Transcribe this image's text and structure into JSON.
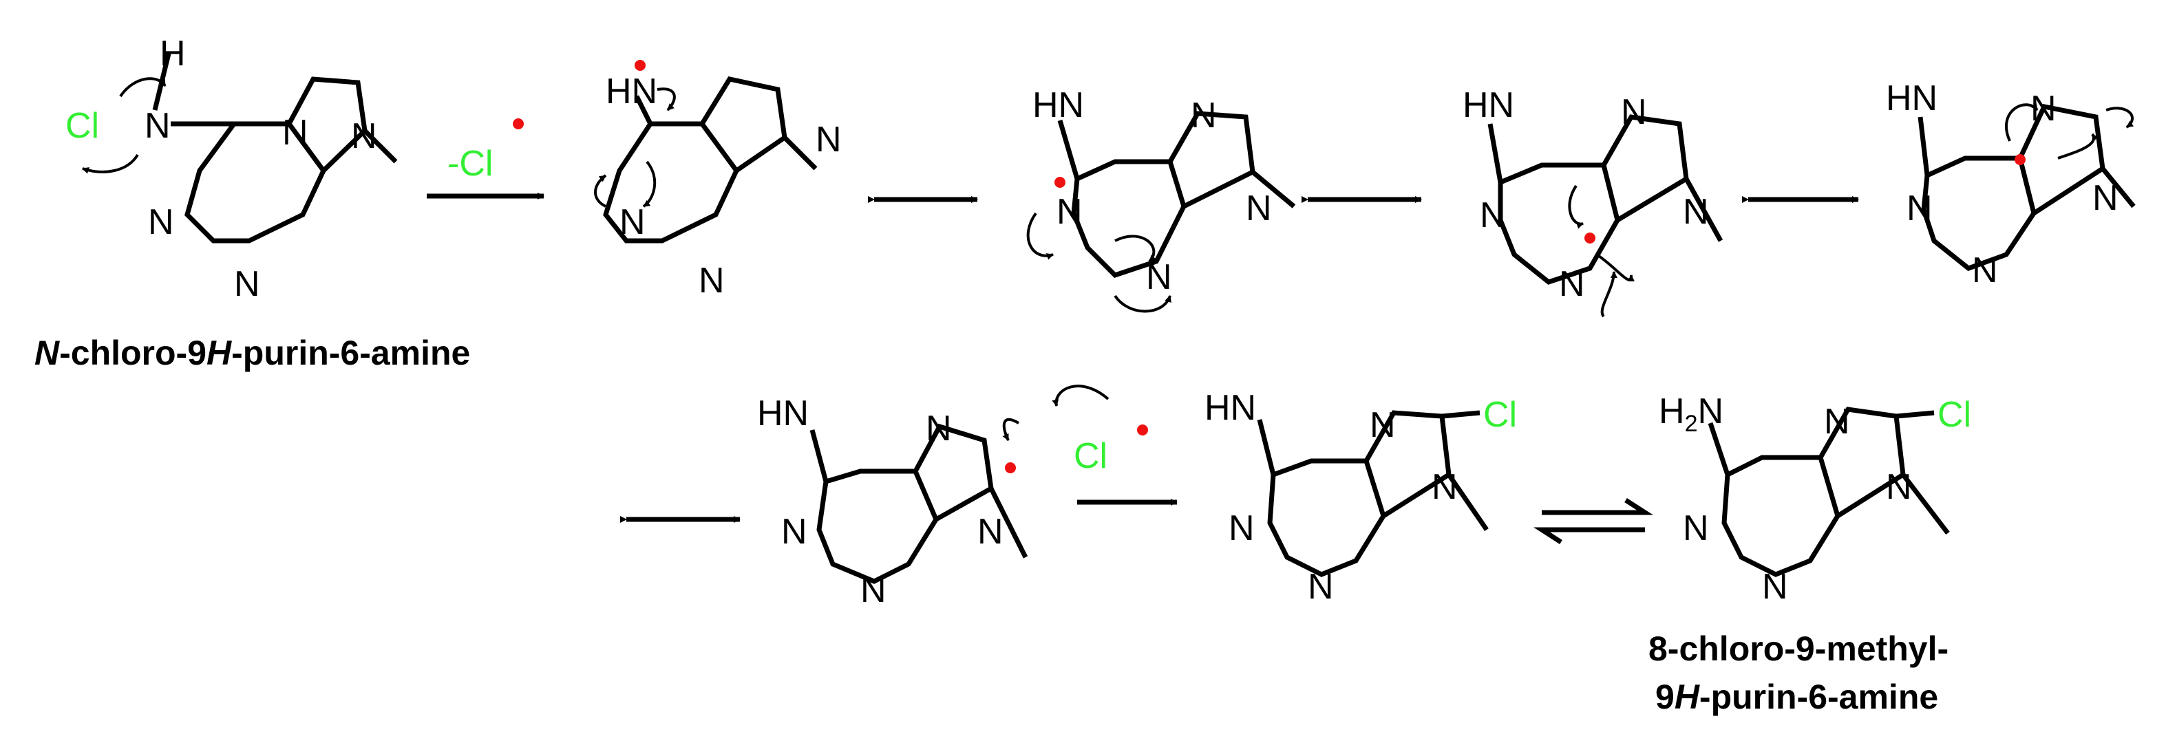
{
  "atoms": {
    "N": "N",
    "H": "H",
    "HN": "HN",
    "H2N_H": "H",
    "H2N_2": "2",
    "H2N_N": "N",
    "Cl": "Cl"
  },
  "labels": {
    "loss_chlorine": "-Cl",
    "chlorine_radical": "Cl"
  },
  "names": {
    "start_part1": "N",
    "start_part2": "-chloro-9",
    "start_part3": "H",
    "start_part4": "-purin-6-amine",
    "product_line1": "8-chloro-9-methyl-",
    "product_line2_part1": "9",
    "product_line2_part2": "H",
    "product_line2_part3": "-purin-6-amine"
  },
  "colors": {
    "chlorine": "#33ee33",
    "radical_dot": "#ee1111",
    "bond": "#000000"
  }
}
